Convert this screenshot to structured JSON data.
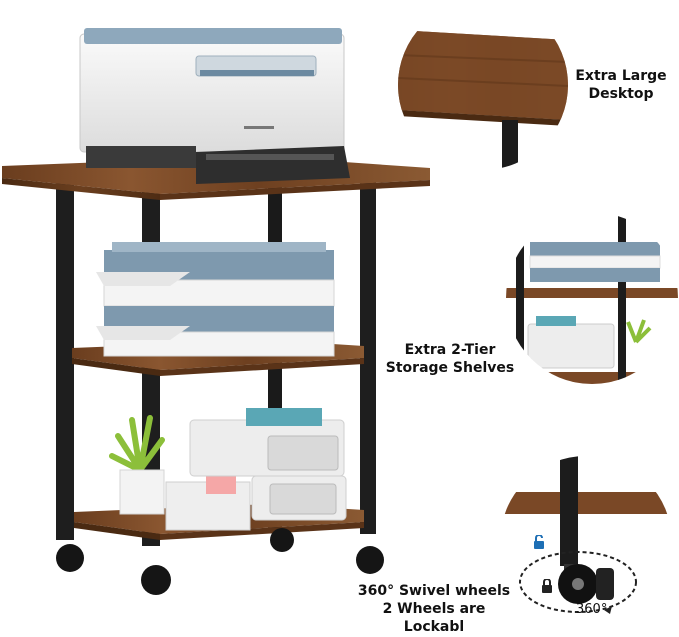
{
  "callouts": {
    "desktop": {
      "line1": "Extra Large",
      "line2": "Desktop"
    },
    "shelves": {
      "line1": "Extra 2-Tier",
      "line2": "Storage Shelves"
    },
    "wheels": {
      "line1": "360° Swivel wheels",
      "line2": "2 Wheels are Lockabl",
      "rotation_label": "360°"
    }
  },
  "colors": {
    "wood": "#7a4a26",
    "wood_dark": "#5a3318",
    "frame": "#1c1c1c",
    "printer_body": "#f2f2f2",
    "printer_lid": "#8fa9bd",
    "tray_blue": "#7d98ad",
    "tray_white": "#f4f4f4",
    "box_white": "#ececec",
    "lock_blue": "#1e6fb5"
  }
}
